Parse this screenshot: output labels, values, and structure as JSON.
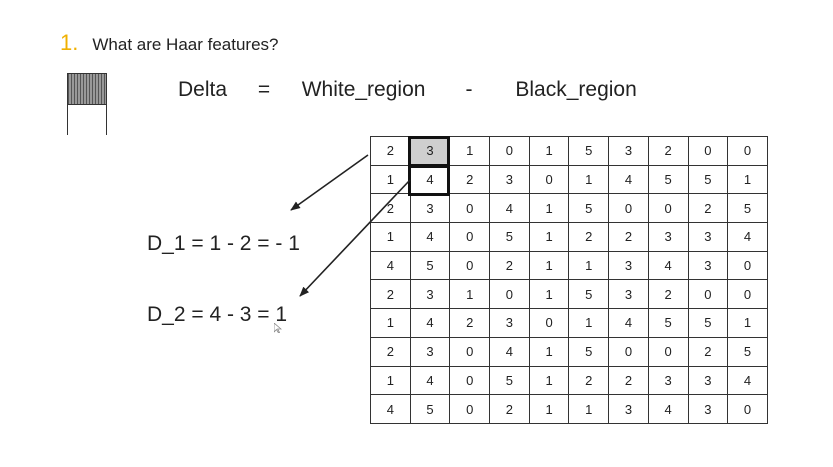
{
  "heading": {
    "number": "1.",
    "text": "What are Haar features?"
  },
  "formula": {
    "delta": "Delta",
    "equals": "=",
    "white": "White_region",
    "minus": "-",
    "black": "Black_region"
  },
  "equations": {
    "d1": "D_1 = 1  -  2  = - 1",
    "d2": "D_2 = 4 - 3 = 1"
  },
  "grid": {
    "rows": [
      [
        "2",
        "3",
        "1",
        "0",
        "1",
        "5",
        "3",
        "2",
        "0",
        "0"
      ],
      [
        "1",
        "4",
        "2",
        "3",
        "0",
        "1",
        "4",
        "5",
        "5",
        "1"
      ],
      [
        "2",
        "3",
        "0",
        "4",
        "1",
        "5",
        "0",
        "0",
        "2",
        "5"
      ],
      [
        "1",
        "4",
        "0",
        "5",
        "1",
        "2",
        "2",
        "3",
        "3",
        "4"
      ],
      [
        "4",
        "5",
        "0",
        "2",
        "1",
        "1",
        "3",
        "4",
        "3",
        "0"
      ],
      [
        "2",
        "3",
        "1",
        "0",
        "1",
        "5",
        "3",
        "2",
        "0",
        "0"
      ],
      [
        "1",
        "4",
        "2",
        "3",
        "0",
        "1",
        "4",
        "5",
        "5",
        "1"
      ],
      [
        "2",
        "3",
        "0",
        "4",
        "1",
        "5",
        "0",
        "0",
        "2",
        "5"
      ],
      [
        "1",
        "4",
        "0",
        "5",
        "1",
        "2",
        "2",
        "3",
        "3",
        "4"
      ],
      [
        "4",
        "5",
        "0",
        "2",
        "1",
        "1",
        "3",
        "4",
        "3",
        "0"
      ]
    ],
    "shaded_cell": {
      "row": 0,
      "col": 1
    }
  },
  "colors": {
    "heading_number": "#f0b000",
    "shade": "#cfcfcf",
    "text": "#222222"
  }
}
